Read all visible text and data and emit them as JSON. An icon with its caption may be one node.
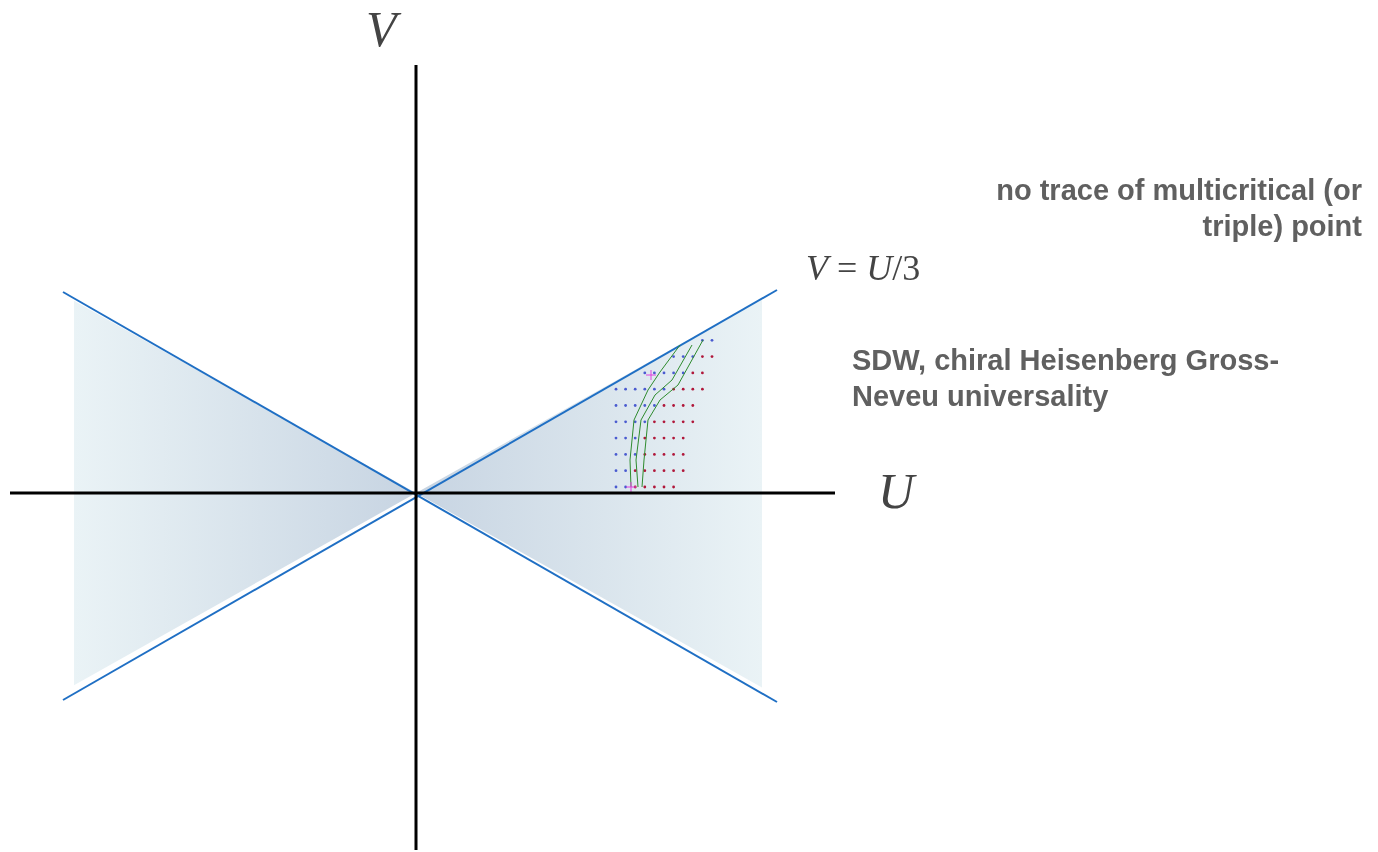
{
  "diagram": {
    "labels": [
      "*V*",
      "*U*",
      "*V* = *U*/3",
      "no trace of multicritical (or triple) point",
      "SDW, chiral Heisenberg Gross-Neveu universality"
    ]
  }
}
